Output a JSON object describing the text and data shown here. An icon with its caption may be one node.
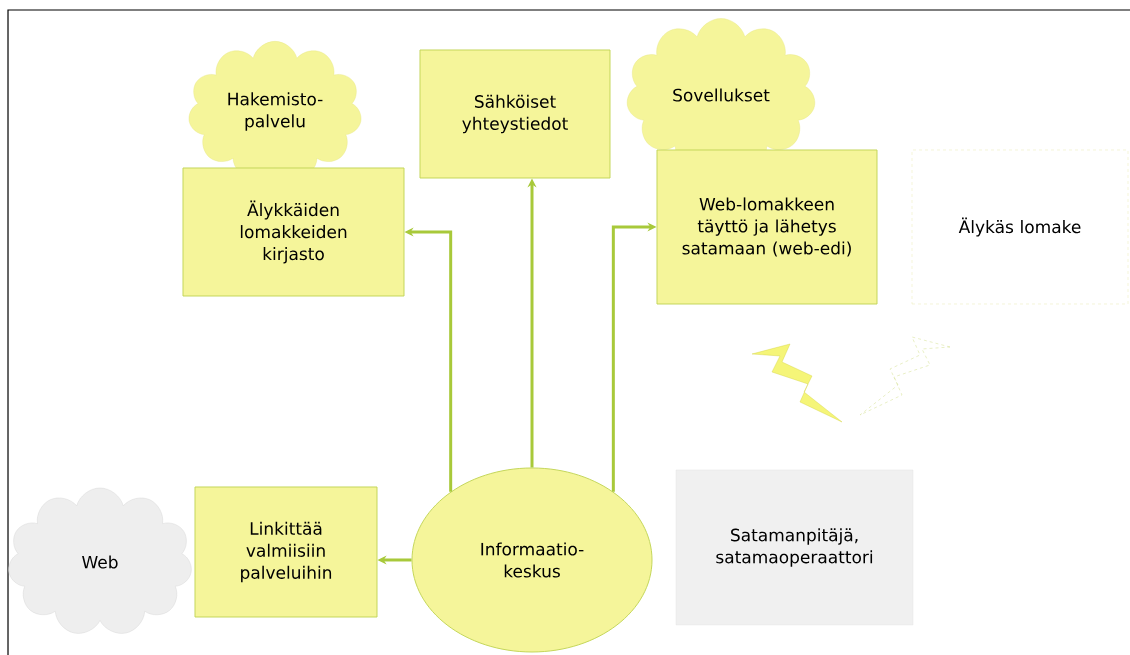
{
  "diagram": {
    "nodes": [
      {
        "text": [
          "Hakemisto- palvelu"
        ]
      },
      {
        "text": [
          "Sähköiset yhteystiedot"
        ]
      },
      {
        "text": [
          "Sovellukset"
        ]
      },
      {
        "text": [
          "Älykkäiden lomakkeiden kirjasto"
        ]
      },
      {
        "text": [
          "Web-lomakkeen täyttö ja lähetys satamaan (web-edi)"
        ]
      },
      {
        "text": [
          "Älykäs lomake"
        ]
      },
      {
        "text": [
          "Web"
        ]
      },
      {
        "text": [
          "Linkittää valmiisiin palveluihin"
        ]
      },
      {
        "text": [
          "Informaatio- keskus"
        ]
      },
      {
        "text": [
          "Satamanpitäjä, satamaoperaattori"
        ]
      },
      {
        "text": [],
        "shape": "lightning"
      },
      {
        "text": [],
        "shape": "lightning"
      }
    ],
    "edges": [
      {
        "from": 8,
        "to": 3,
        "arrow": "to"
      },
      {
        "from": 8,
        "to": 1,
        "arrow": "to"
      },
      {
        "from": 8,
        "to": 4,
        "arrow": "to"
      },
      {
        "from": 8,
        "to": 7,
        "arrow": "to"
      }
    ]
  }
}
